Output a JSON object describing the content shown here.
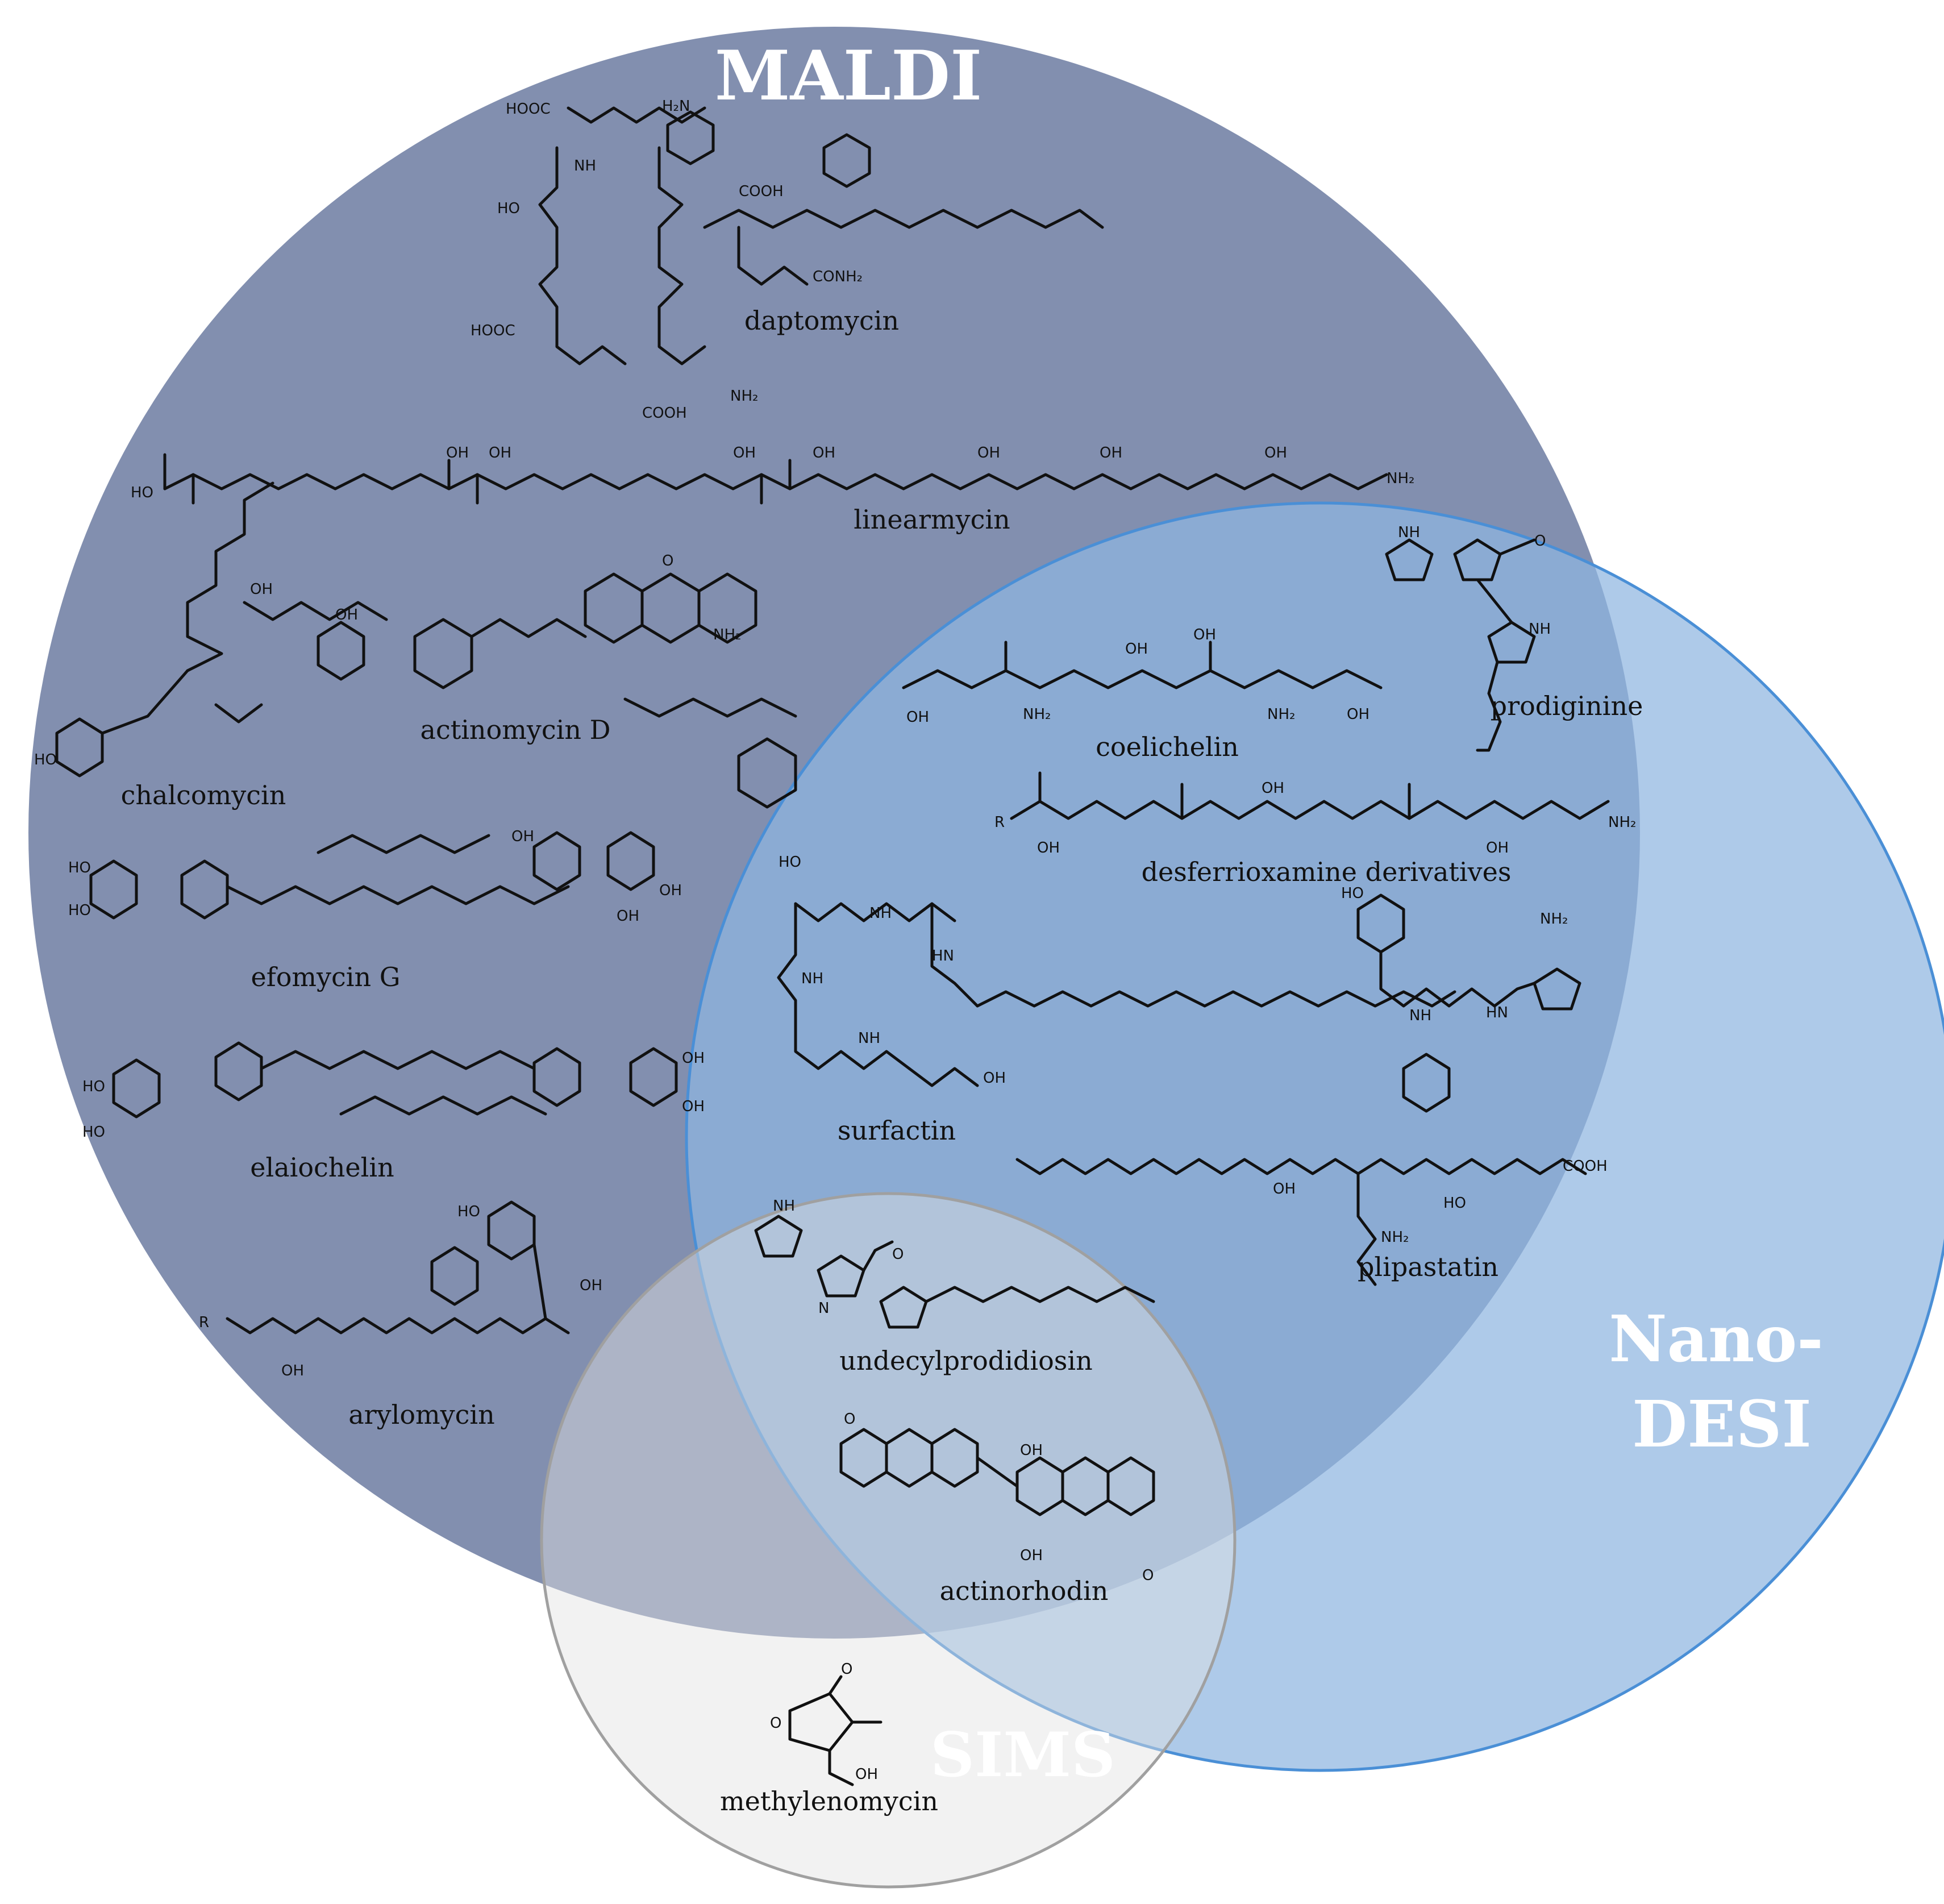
{
  "colors": {
    "maldi_fill": "#5f6f99",
    "nanodesi_fill": "#8fb6e0",
    "nanodesi_stroke": "#4a8fd6",
    "sims_fill": "#e3e3e3",
    "sims_stroke": "#a0a0a0",
    "label_color": "#ffffff"
  },
  "sets": {
    "maldi": "MALDI",
    "nanodesi_line1": "Nano-",
    "nanodesi_line2": "DESI",
    "sims": "SIMS"
  },
  "compounds": {
    "daptomycin": "daptomycin",
    "linearmycin": "linearmycin",
    "chalcomycin": "chalcomycin",
    "actinomycin_d": "actinomycin D",
    "efomycin_g": "efomycin G",
    "elaiochelin": "elaiochelin",
    "arylomycin": "arylomycin",
    "coelichelin": "coelichelin",
    "prodiginine": "prodiginine",
    "desferrioxamine": "desferrioxamine derivatives",
    "surfactin": "surfactin",
    "plipastatin": "plipastatin",
    "undecylprodidiosin": "undecylprodidiosin",
    "actinorhodin": "actinorhodin",
    "methylenomycin": "methylenomycin"
  },
  "atoms": {
    "hooc": "HOOC",
    "cooh": "COOH",
    "nh": "NH",
    "nh2": "NH₂",
    "oh": "OH",
    "ho": "HO",
    "hn": "HN",
    "n": "N",
    "o": "O",
    "r": "R",
    "conh2": "CONH₂",
    "h2n": "H₂N"
  }
}
